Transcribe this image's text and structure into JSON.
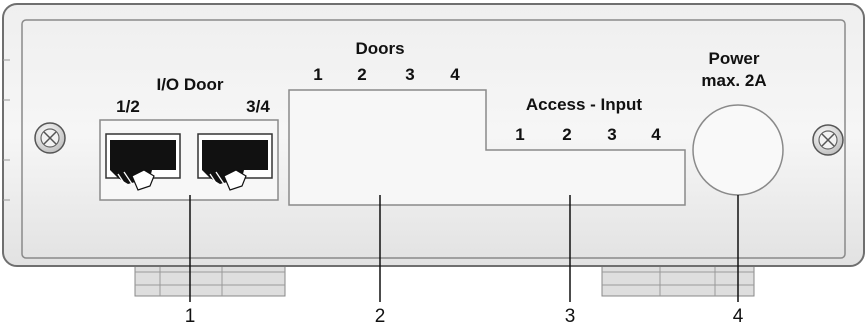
{
  "io_door": {
    "title": "I/O Door",
    "port_labels": [
      "1/2",
      "3/4"
    ]
  },
  "doors": {
    "title": "Doors",
    "numbers": [
      "1",
      "2",
      "3",
      "4"
    ]
  },
  "access_input": {
    "title": "Access - Input",
    "numbers": [
      "1",
      "2",
      "3",
      "4"
    ]
  },
  "power": {
    "title_line1": "Power",
    "title_line2": "max. 2A"
  },
  "callouts": [
    "1",
    "2",
    "3",
    "4"
  ]
}
